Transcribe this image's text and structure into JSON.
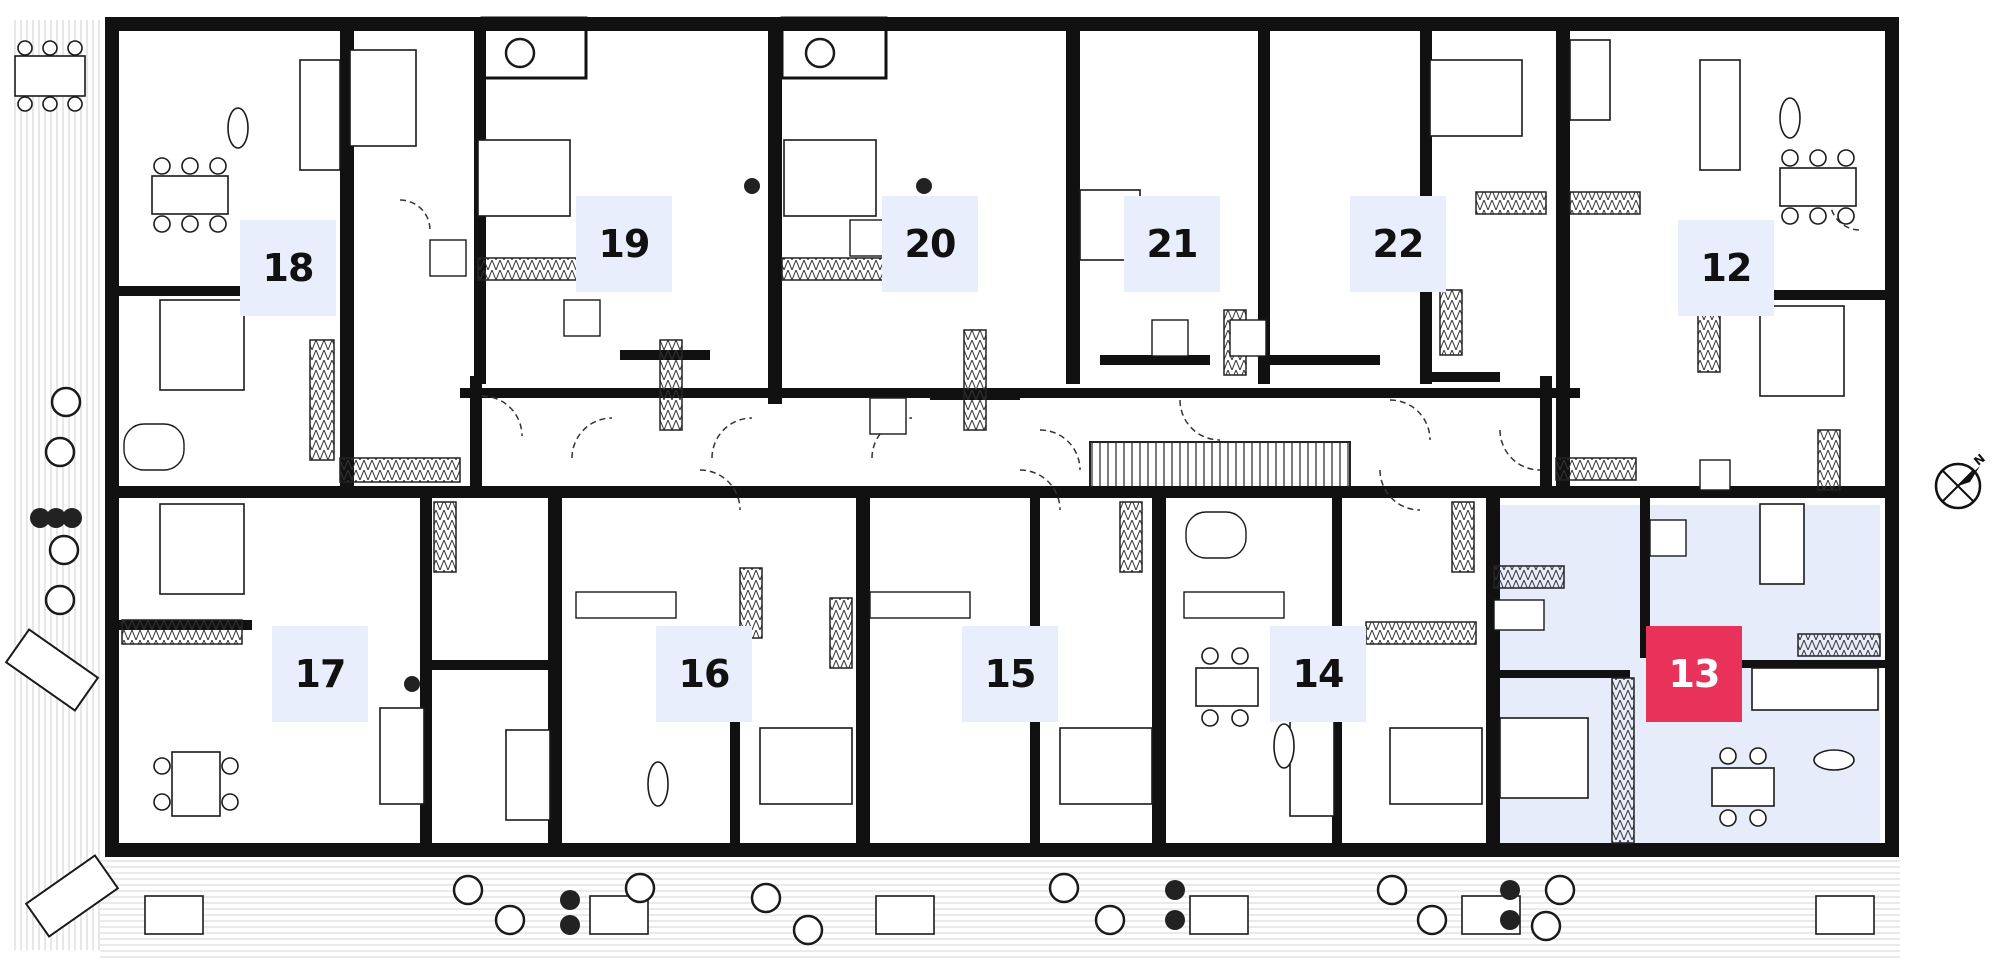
{
  "floor_plan": {
    "apartments": [
      {
        "number": "18",
        "selected": false
      },
      {
        "number": "19",
        "selected": false
      },
      {
        "number": "20",
        "selected": false
      },
      {
        "number": "21",
        "selected": false
      },
      {
        "number": "22",
        "selected": false
      },
      {
        "number": "12",
        "selected": false
      },
      {
        "number": "17",
        "selected": false
      },
      {
        "number": "16",
        "selected": false
      },
      {
        "number": "15",
        "selected": false
      },
      {
        "number": "14",
        "selected": false
      },
      {
        "number": "13",
        "selected": true
      }
    ],
    "compass_label": "N"
  },
  "colors": {
    "wall": "#111111",
    "badge_background": "#e8eefb",
    "selected_badge": "#e8325a",
    "selected_area": "#e6ecfa",
    "terrace_lines": "#cfcfcf",
    "line": "#1a1a1a"
  }
}
